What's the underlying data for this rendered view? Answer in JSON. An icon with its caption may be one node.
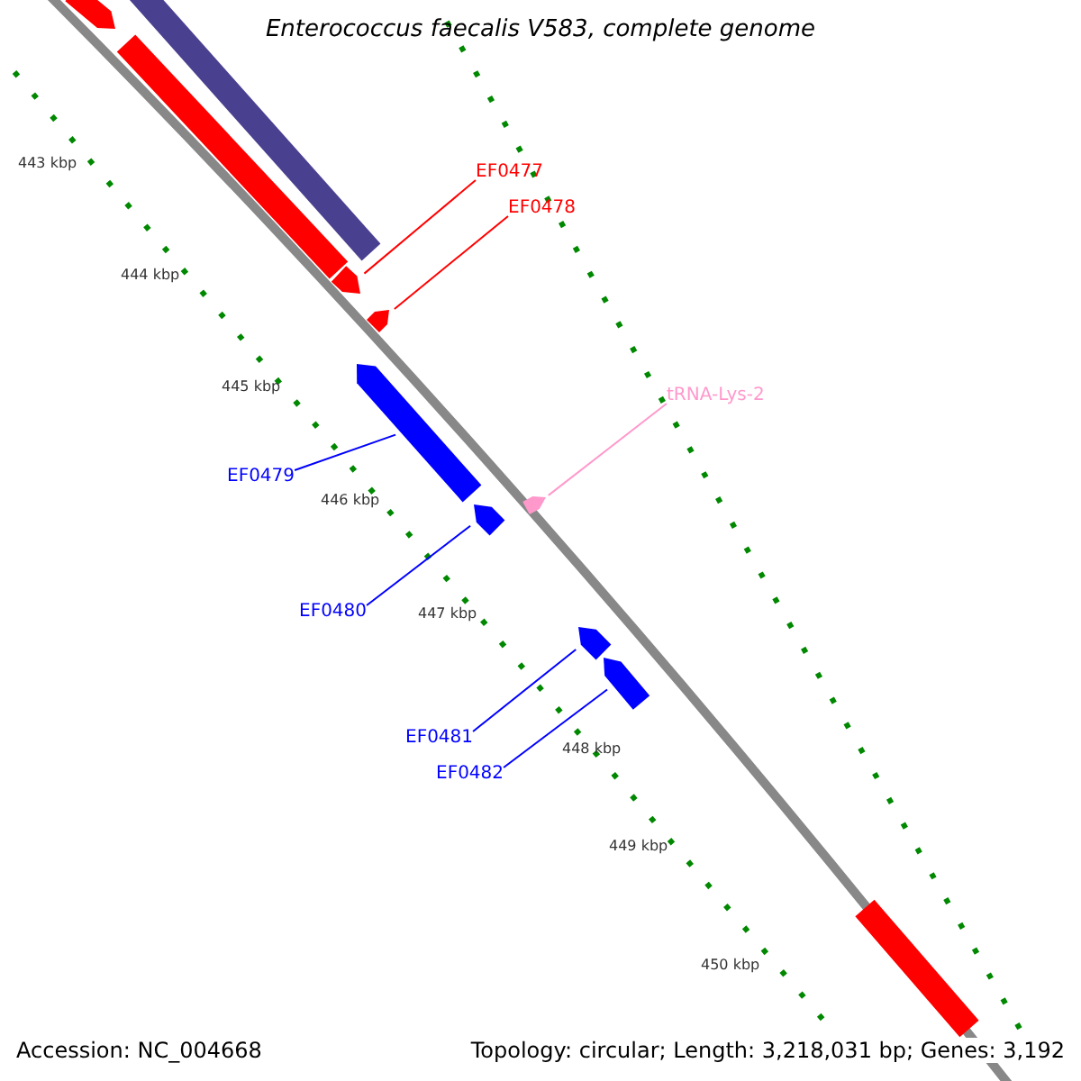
{
  "diagram": {
    "title": "Enterococcus faecalis V583, complete genome",
    "nodes": [
      {
        "text": [],
        "shape": "arrow"
      },
      {
        "text": [],
        "shape": "bar"
      },
      {
        "text": [],
        "shape": "bar"
      },
      {
        "text": [
          "EF0477"
        ]
      },
      {
        "text": [
          "EF0478"
        ]
      },
      {
        "text": [],
        "shape": "arrow"
      },
      {
        "text": [],
        "shape": "arrow"
      },
      {
        "text": [
          "tRNA-Lys-2"
        ]
      },
      {
        "text": [],
        "shape": "arrow"
      },
      {
        "text": [
          "EF0479"
        ]
      },
      {
        "text": [],
        "shape": "arrow"
      },
      {
        "text": [],
        "shape": "arrow"
      },
      {
        "text": [
          "EF0480"
        ]
      },
      {
        "text": [],
        "shape": "arrow"
      },
      {
        "text": [],
        "shape": "arrow"
      },
      {
        "text": [
          "EF0481"
        ]
      },
      {
        "text": [
          "EF0482"
        ]
      },
      {
        "text": [],
        "shape": "bar"
      }
    ],
    "edges": [
      {
        "from": 3,
        "to": 5,
        "arrow": "none",
        "color": "#ff0000"
      },
      {
        "from": 4,
        "to": 6,
        "arrow": "none",
        "color": "#ff0000"
      },
      {
        "from": 7,
        "to": 10,
        "arrow": "none",
        "color": "#ff99cc"
      },
      {
        "from": 9,
        "to": 8,
        "arrow": "none"
      },
      {
        "from": 12,
        "to": 11,
        "arrow": "none"
      },
      {
        "from": 15,
        "to": 13,
        "arrow": "none"
      },
      {
        "from": 16,
        "to": 14,
        "arrow": "none"
      }
    ],
    "labels": [
      "443 kbp",
      "444 kbp",
      "445 kbp",
      "446 kbp",
      "447 kbp",
      "448 kbp",
      "449 kbp",
      "450 kbp",
      "Accession: NC_004668",
      "Topology: circular; Length: 3,218,031 bp; Genes: 3,192"
    ]
  }
}
